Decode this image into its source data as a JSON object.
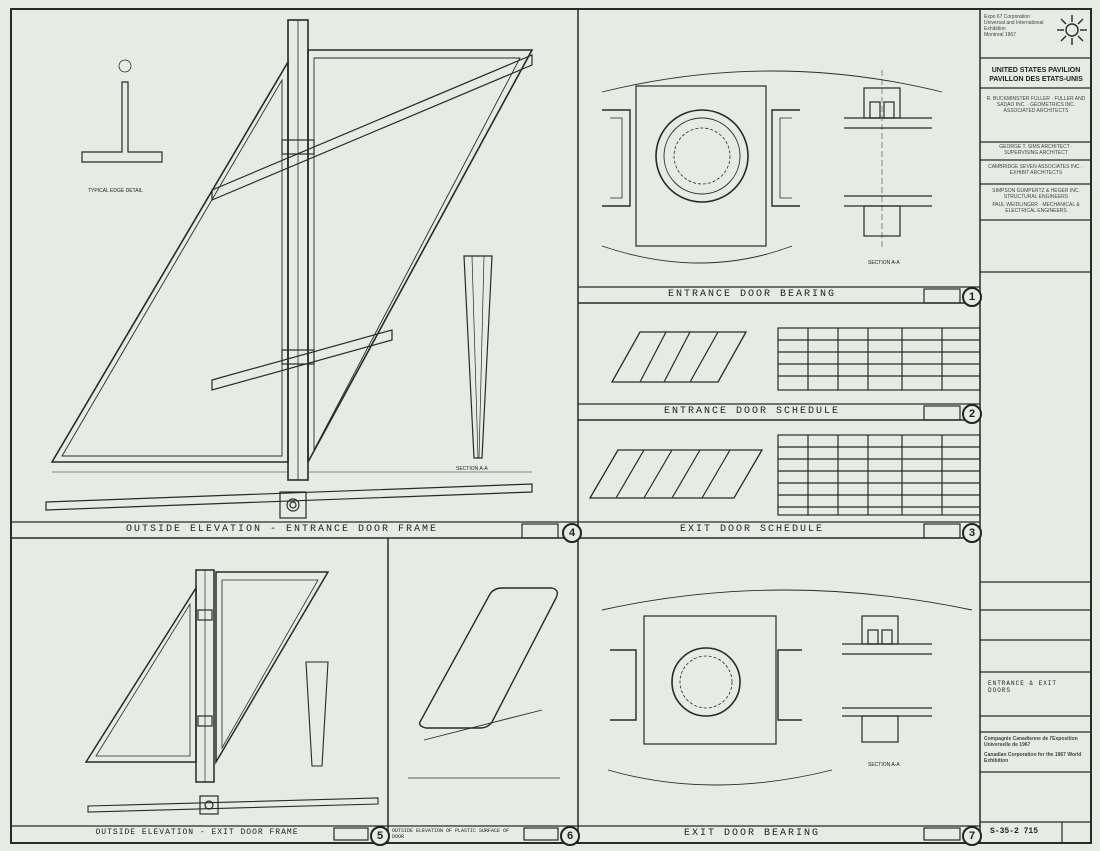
{
  "panels": [
    {
      "id": "1",
      "caption": "ENTRANCE DOOR BEARING"
    },
    {
      "id": "2",
      "caption": "ENTRANCE DOOR SCHEDULE"
    },
    {
      "id": "3",
      "caption": "EXIT DOOR SCHEDULE"
    },
    {
      "id": "4",
      "caption": "OUTSIDE ELEVATION - ENTRANCE DOOR FRAME"
    },
    {
      "id": "5",
      "caption": "OUTSIDE ELEVATION - EXIT DOOR FRAME"
    },
    {
      "id": "6",
      "caption": "OUTSIDE ELEVATION OF PLASTIC SURFACE OF DOOR"
    },
    {
      "id": "7",
      "caption": "EXIT DOOR BEARING"
    }
  ],
  "labels": {
    "section_aa": "SECTION A-A",
    "typical_edge_detail": "TYPICAL EDGE DETAIL"
  },
  "title_block": {
    "org_lines": [
      "Expo 67 Corporation",
      "Universal and International",
      "Exhibition",
      "Montreal 1967"
    ],
    "project_title": "UNITED STATES PAVILION",
    "project_title_fr": "PAVILLON DES ETATS-UNIS",
    "architect": "R. BUCKMINSTER FULLER · FULLER AND SADAO INC. · GEOMETRICS INC. ASSOCIATED ARCHITECTS",
    "architect2": "GEORGE T. SIMS ARCHITECT · SUPERVISING ARCHITECT",
    "architect3": "CAMBRIDGE SEVEN ASSOCIATES INC. · EXHIBIT ARCHITECTS",
    "engineers": "SIMPSON GUMPERTZ & HEGER INC. STRUCTURAL ENGINEERS",
    "engineers2": "PAUL WEIDLINGER · MECHANICAL & ELECTRICAL ENGINEERS",
    "drawing_title": "ENTRANCE & EXIT DOORS",
    "agency": "Compagnie Canadienne de l'Exposition Universelle de 1967",
    "agency2": "Canadian Corporation for the 1967 World Exhibition",
    "drawing_no": "S-35-2 715"
  }
}
